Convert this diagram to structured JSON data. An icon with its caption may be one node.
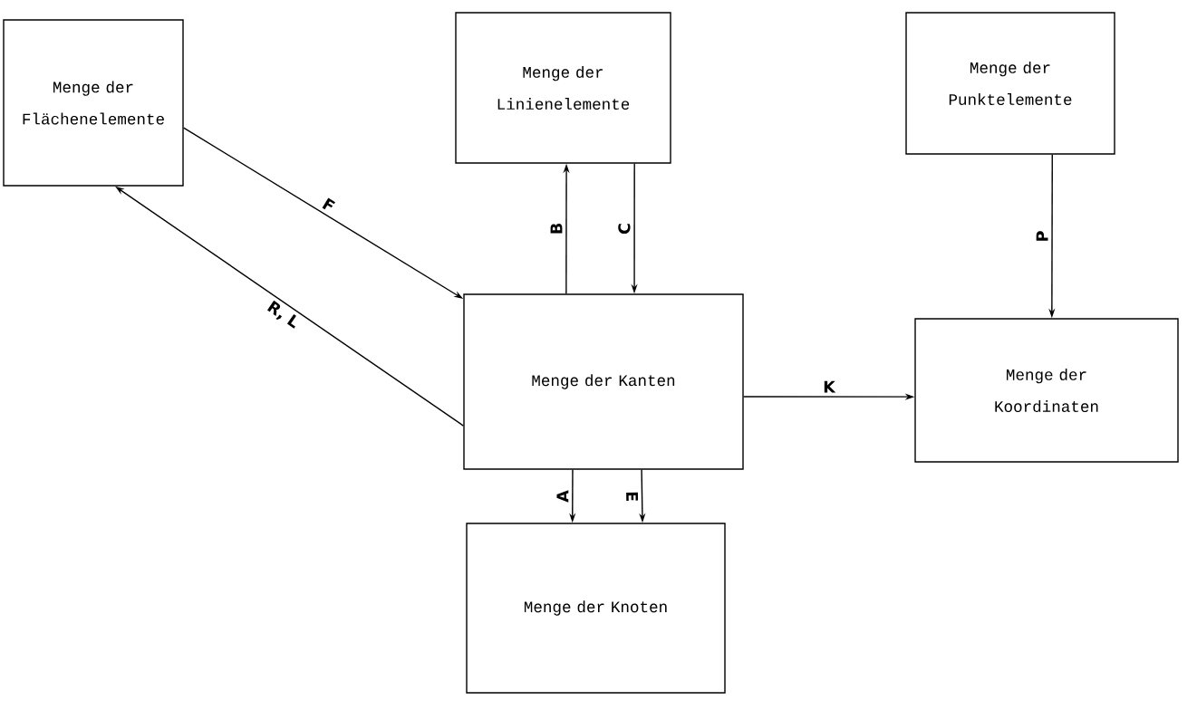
{
  "diagram": {
    "nodes": [
      {
        "text": [
          "Menge der Flächenelemente"
        ]
      },
      {
        "text": [
          "Menge der Linienelemente"
        ]
      },
      {
        "text": [
          "Menge der Punktelemente"
        ]
      },
      {
        "text": [
          "Menge der Kanten"
        ]
      },
      {
        "text": [
          "Menge der Koordinaten"
        ]
      },
      {
        "text": [
          "Menge der Knoten"
        ]
      }
    ],
    "edges": [
      {
        "from": 0,
        "to": 3,
        "arrow": "to",
        "label": "F"
      },
      {
        "from": 3,
        "to": 0,
        "arrow": "to",
        "label": "R, L"
      },
      {
        "from": 3,
        "to": 1,
        "arrow": "to",
        "label": "B"
      },
      {
        "from": 1,
        "to": 3,
        "arrow": "to",
        "label": "C"
      },
      {
        "from": 2,
        "to": 4,
        "arrow": "to",
        "label": "P"
      },
      {
        "from": 3,
        "to": 4,
        "arrow": "to",
        "label": "K"
      },
      {
        "from": 3,
        "to": 5,
        "arrow": "to",
        "label": "A"
      },
      {
        "from": 3,
        "to": 5,
        "arrow": "to",
        "label": "E"
      }
    ]
  }
}
